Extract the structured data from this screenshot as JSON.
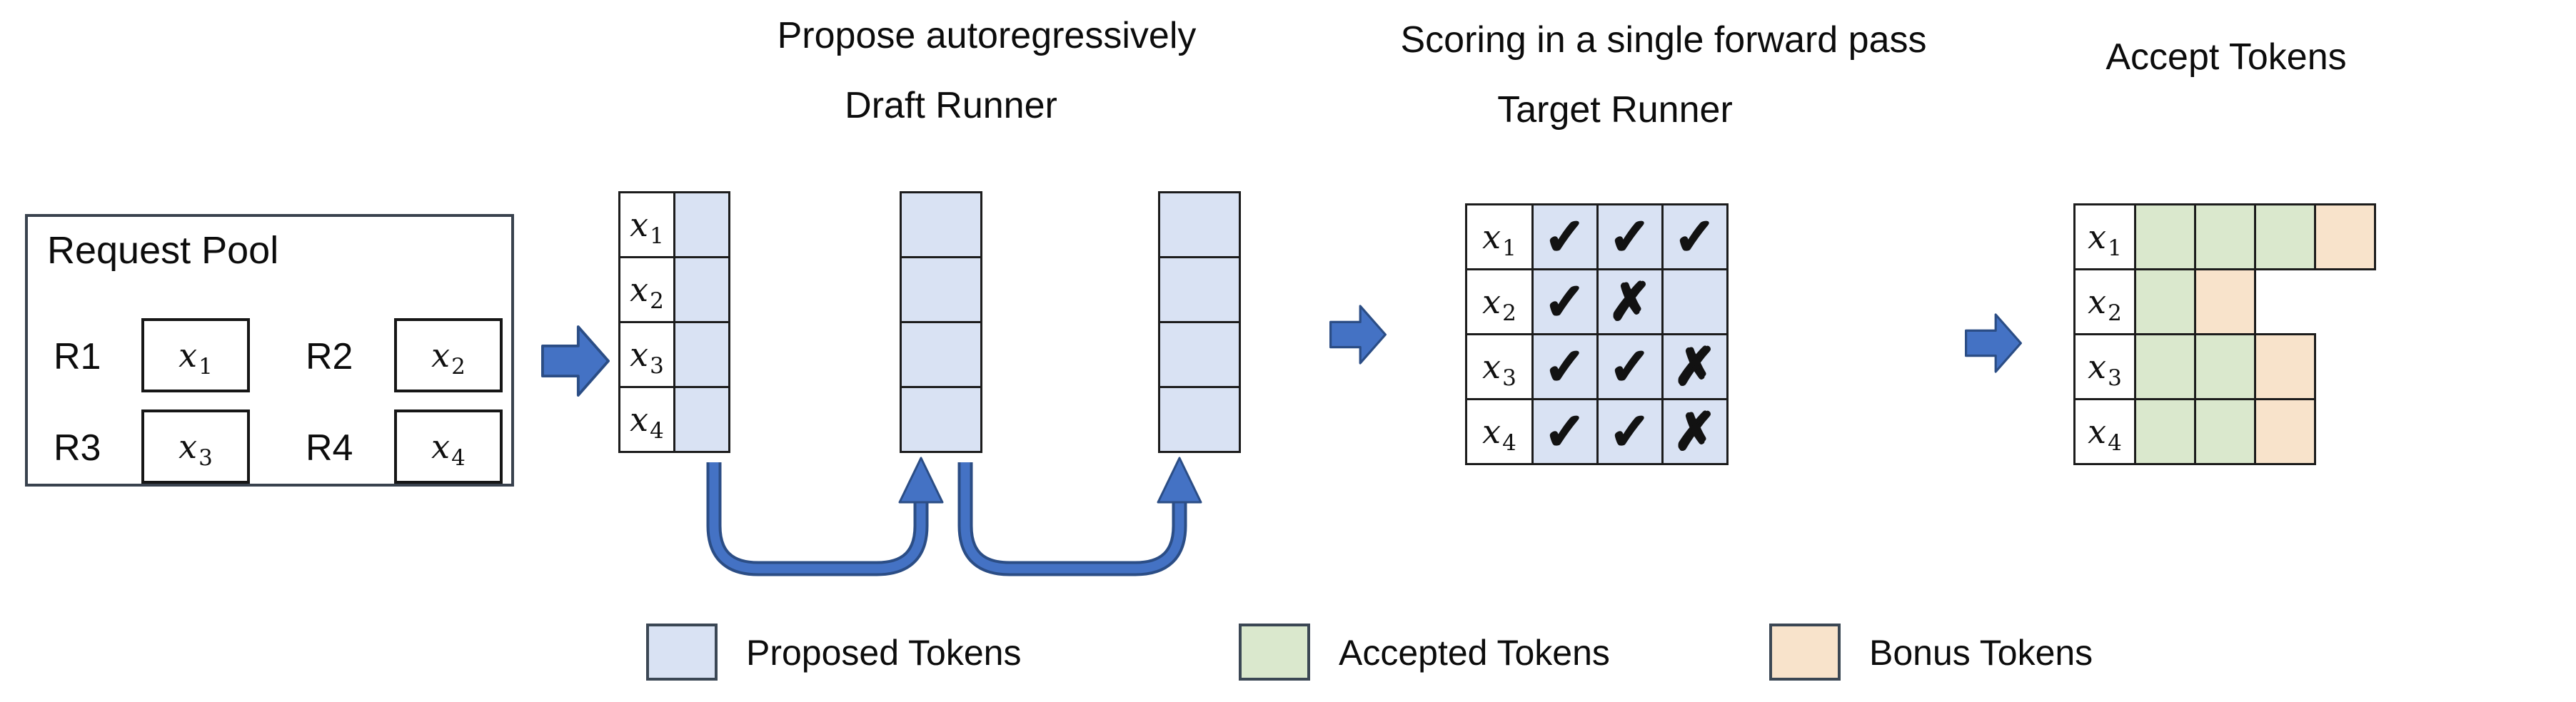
{
  "headings": {
    "draft_title": "Propose autoregressively",
    "draft_subtitle": "Draft Runner",
    "target_title": "Scoring in a single forward pass",
    "target_subtitle": "Target Runner",
    "accept_title": "Accept Tokens"
  },
  "request_pool": {
    "title": "Request Pool",
    "requests": [
      {
        "id": "R1",
        "token_base": "x",
        "token_sub": "1"
      },
      {
        "id": "R2",
        "token_base": "x",
        "token_sub": "2"
      },
      {
        "id": "R3",
        "token_base": "x",
        "token_sub": "3"
      },
      {
        "id": "R4",
        "token_base": "x",
        "token_sub": "4"
      }
    ]
  },
  "draft_runner": {
    "tokens": [
      {
        "base": "x",
        "sub": "1"
      },
      {
        "base": "x",
        "sub": "2"
      },
      {
        "base": "x",
        "sub": "3"
      },
      {
        "base": "x",
        "sub": "4"
      }
    ],
    "proposal_columns": 3
  },
  "target_runner": {
    "glyphs": {
      "check": "✓",
      "cross": "✗",
      "none": ""
    },
    "rows": [
      {
        "base": "x",
        "sub": "1",
        "marks": [
          "check",
          "check",
          "check"
        ]
      },
      {
        "base": "x",
        "sub": "2",
        "marks": [
          "check",
          "cross",
          "none"
        ]
      },
      {
        "base": "x",
        "sub": "3",
        "marks": [
          "check",
          "check",
          "cross"
        ]
      },
      {
        "base": "x",
        "sub": "4",
        "marks": [
          "check",
          "check",
          "cross"
        ]
      }
    ]
  },
  "accept_tokens": {
    "rows": [
      {
        "base": "x",
        "sub": "1",
        "cells": [
          "accepted",
          "accepted",
          "accepted",
          "bonus"
        ]
      },
      {
        "base": "x",
        "sub": "2",
        "cells": [
          "accepted",
          "bonus"
        ]
      },
      {
        "base": "x",
        "sub": "3",
        "cells": [
          "accepted",
          "accepted",
          "bonus"
        ]
      },
      {
        "base": "x",
        "sub": "4",
        "cells": [
          "accepted",
          "accepted",
          "bonus"
        ]
      }
    ]
  },
  "legend": {
    "items": [
      {
        "swatch": "proposed",
        "label": "Proposed Tokens"
      },
      {
        "swatch": "accepted",
        "label": "Accepted Tokens"
      },
      {
        "swatch": "bonus",
        "label": "Bonus Tokens"
      }
    ]
  },
  "colors": {
    "proposed": "#d9e2f3",
    "accepted": "#dae8cd",
    "bonus": "#f8e3cb",
    "arrow_fill": "#4472c4",
    "arrow_stroke": "#2b4d85"
  }
}
